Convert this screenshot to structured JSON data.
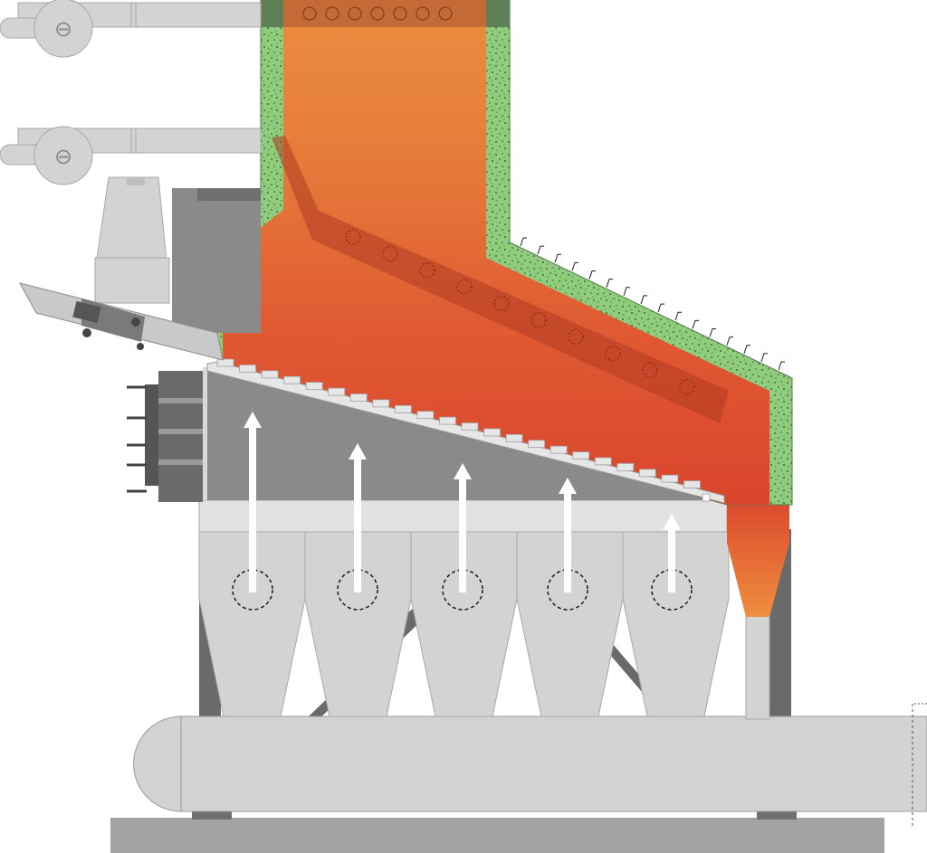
{
  "diagram": {
    "subject": "furnace-with-inclined-grate-and-air-hoppers",
    "text_labels": [],
    "colors": {
      "background": "#ffffff",
      "hot_top": "#e8893d",
      "hot_bottom": "#dd4a2e",
      "insulation": "#8fcd7c",
      "insulation_dots": "#2d4a2a",
      "steel_light": "#d3d3d3",
      "steel_mid": "#b8b8b8",
      "steel_dark": "#8e8e8e",
      "steel_darker": "#6f6f6f",
      "grate_chamber": "#8a8a8a",
      "grate_steps": "#e6e6e6",
      "duct_band": "#c46a36",
      "arrow": "#ffffff"
    },
    "parts": {
      "burner_fans": 2,
      "air_hoppers": 5,
      "air_flow_arrows": 5,
      "ash_outlet_cone": 1,
      "inclined_screw": 1,
      "grate_steps": 22
    }
  }
}
